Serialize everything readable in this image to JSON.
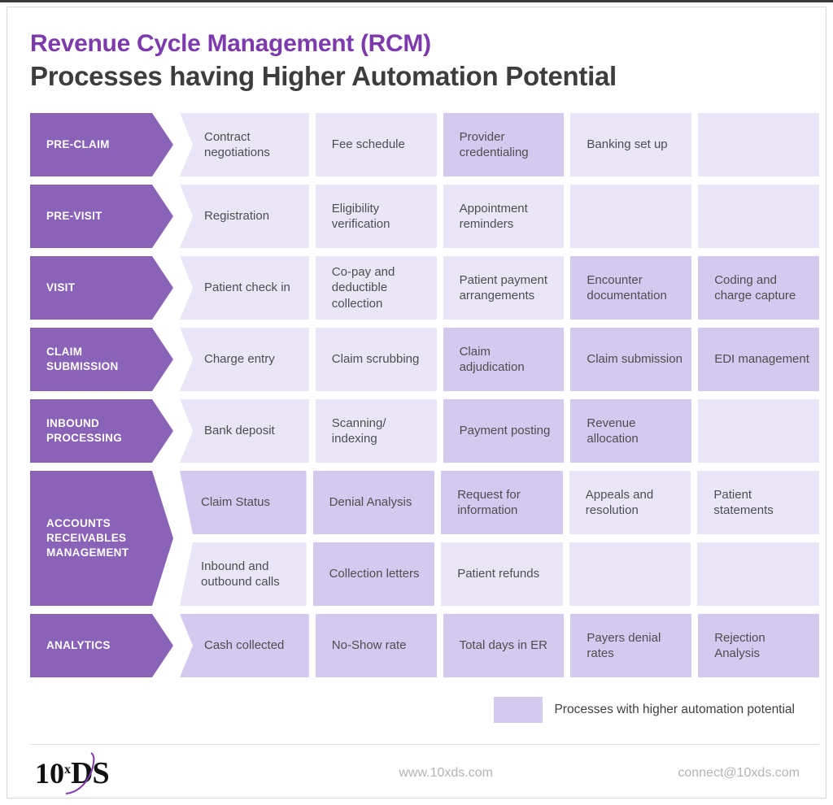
{
  "header": {
    "title": "Revenue Cycle Management (RCM)",
    "subtitle": "Processes having Higher Automation Potential"
  },
  "colors": {
    "stage_arrow": "#8a62b8",
    "cell_light": "#ebe5f8",
    "cell_highlight": "#d4c9ee",
    "title_purple": "#7d3aad",
    "subtitle_gray": "#3d3d3d"
  },
  "rows": [
    {
      "stage": "PRE-CLAIM",
      "cells": [
        {
          "label": "Contract negotiations",
          "highlighted": false
        },
        {
          "label": "Fee schedule",
          "highlighted": false
        },
        {
          "label": "Provider credentialing",
          "highlighted": true
        },
        {
          "label": "Banking set up",
          "highlighted": false
        },
        {
          "label": "",
          "highlighted": false
        }
      ]
    },
    {
      "stage": "PRE-VISIT",
      "cells": [
        {
          "label": "Registration",
          "highlighted": false
        },
        {
          "label": "Eligibility verification",
          "highlighted": false
        },
        {
          "label": "Appointment reminders",
          "highlighted": false
        },
        {
          "label": "",
          "highlighted": false
        },
        {
          "label": "",
          "highlighted": false
        }
      ]
    },
    {
      "stage": "VISIT",
      "cells": [
        {
          "label": "Patient check in",
          "highlighted": false
        },
        {
          "label": "Co-pay and deductible collection",
          "highlighted": false
        },
        {
          "label": "Patient payment arrangements",
          "highlighted": false
        },
        {
          "label": "Encounter documentation",
          "highlighted": true
        },
        {
          "label": "Coding and charge capture",
          "highlighted": true
        }
      ]
    },
    {
      "stage": "CLAIM SUBMISSION",
      "cells": [
        {
          "label": "Charge entry",
          "highlighted": false
        },
        {
          "label": "Claim scrubbing",
          "highlighted": false
        },
        {
          "label": "Claim adjudication",
          "highlighted": true
        },
        {
          "label": "Claim submission",
          "highlighted": true
        },
        {
          "label": "EDI management",
          "highlighted": true
        }
      ]
    },
    {
      "stage": "INBOUND PROCESSING",
      "cells": [
        {
          "label": "Bank deposit",
          "highlighted": false
        },
        {
          "label": "Scanning/ indexing",
          "highlighted": false
        },
        {
          "label": "Payment posting",
          "highlighted": true
        },
        {
          "label": "Revenue allocation",
          "highlighted": true
        },
        {
          "label": "",
          "highlighted": false
        }
      ]
    },
    {
      "stage": "ACCOUNTS RECEIVABLES MANAGEMENT",
      "subrows": [
        [
          {
            "label": "Claim Status",
            "highlighted": true
          },
          {
            "label": "Denial Analysis",
            "highlighted": true
          },
          {
            "label": "Request for information",
            "highlighted": true
          },
          {
            "label": "Appeals and resolution",
            "highlighted": false
          },
          {
            "label": "Patient statements",
            "highlighted": false
          }
        ],
        [
          {
            "label": "Inbound and outbound calls",
            "highlighted": false
          },
          {
            "label": "Collection letters",
            "highlighted": true
          },
          {
            "label": "Patient refunds",
            "highlighted": false
          },
          {
            "label": "",
            "highlighted": false
          },
          {
            "label": "",
            "highlighted": false
          }
        ]
      ]
    },
    {
      "stage": "ANALYTICS",
      "cells": [
        {
          "label": "Cash collected",
          "highlighted": true
        },
        {
          "label": "No-Show rate",
          "highlighted": true
        },
        {
          "label": "Total days in ER",
          "highlighted": true
        },
        {
          "label": "Payers denial rates",
          "highlighted": true
        },
        {
          "label": "Rejection Analysis",
          "highlighted": true
        }
      ]
    }
  ],
  "legend": {
    "label": "Processes with higher automation potential"
  },
  "footer": {
    "logo_prefix": "10",
    "logo_sup": "x",
    "logo_suffix": "DS",
    "website": "www.10xds.com",
    "email": "connect@10xds.com"
  }
}
